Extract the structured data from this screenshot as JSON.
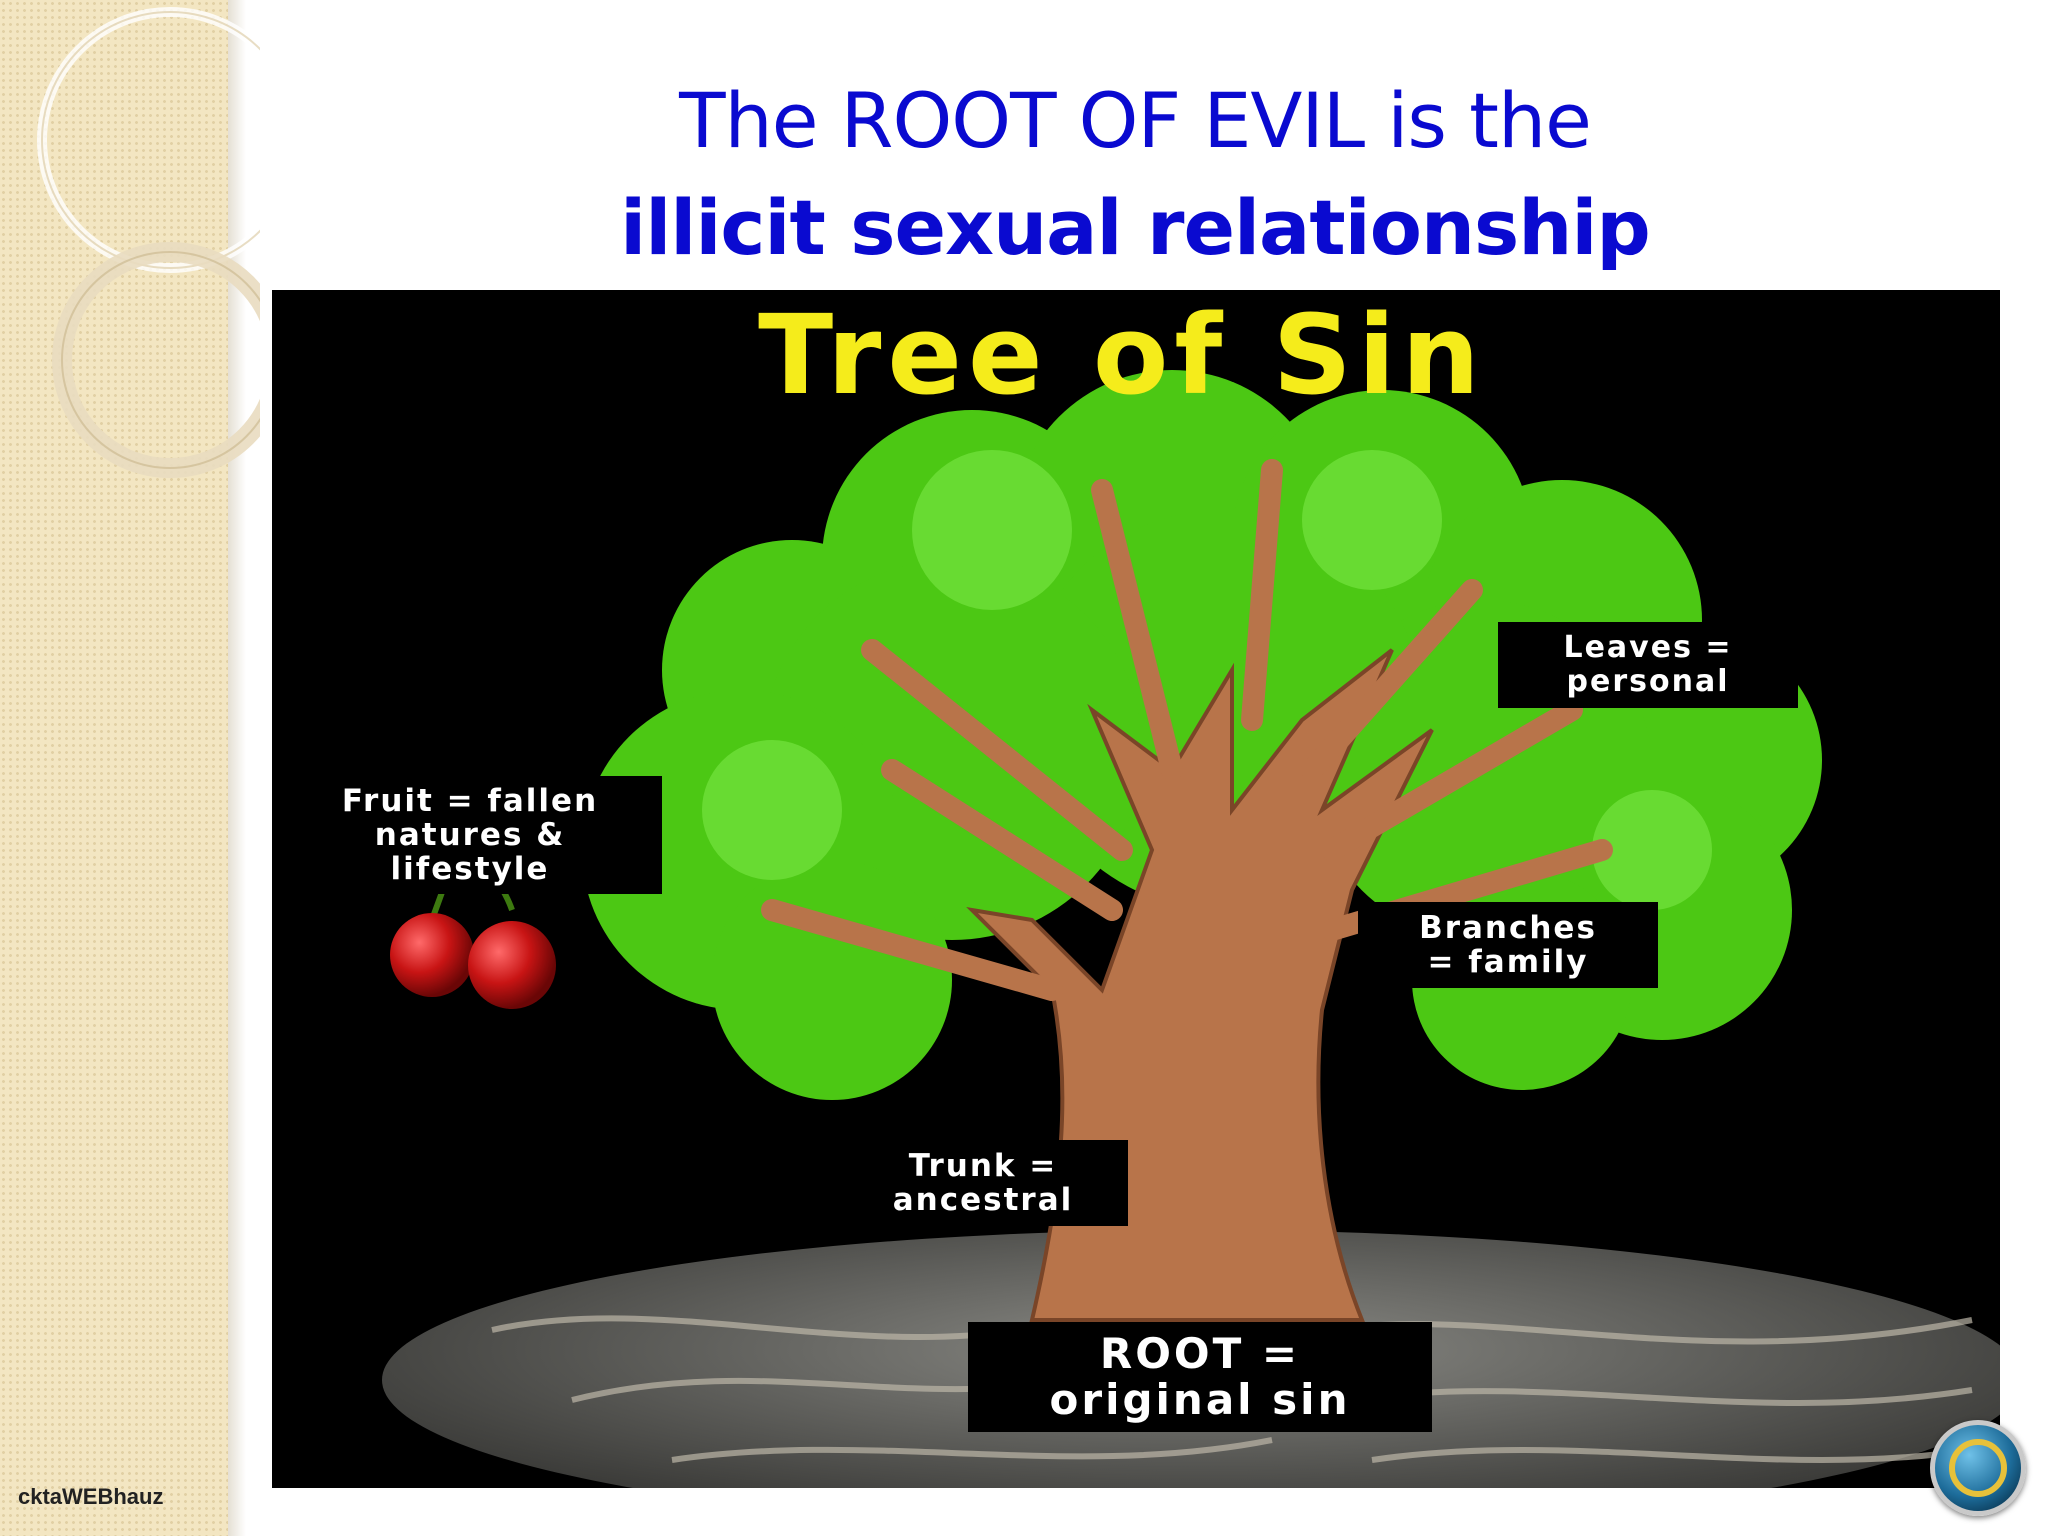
{
  "title": {
    "line1": "The ROOT OF EVIL is the",
    "line2": "illicit sexual relationship"
  },
  "image": {
    "heading": "Tree of Sin",
    "labels": {
      "leaves": [
        "Leaves =",
        "personal"
      ],
      "fruit": [
        "Fruit = fallen",
        "natures &",
        "lifestyle"
      ],
      "branches": [
        "Branches",
        "= family"
      ],
      "trunk": [
        "Trunk =",
        "ancestral"
      ],
      "root": [
        "ROOT =",
        "original sin"
      ]
    }
  },
  "footer": {
    "brand": "cktaWEBhauz"
  },
  "colors": {
    "title": "#0a0ad0",
    "heading": "#f5ec1b",
    "foliage": "#4cc814",
    "trunk": "#b8744a",
    "cherry": "#c81414"
  },
  "icons": {
    "logo": "circular-emblem-icon",
    "cherries": "cherry-icon"
  }
}
